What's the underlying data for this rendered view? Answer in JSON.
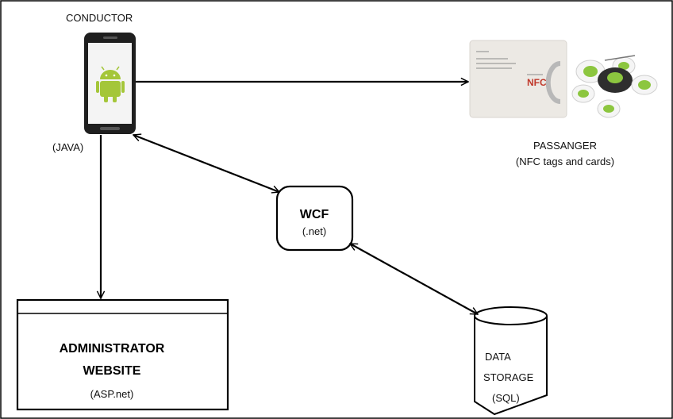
{
  "conductor": {
    "label": "CONDUCTOR",
    "sublabel": "(JAVA)",
    "device_icon": "android-phone-icon"
  },
  "passenger": {
    "label": "PASSANGER",
    "sublabel": "(NFC tags and cards)",
    "image_icon": "nfc-card-and-tags-icon",
    "card_mark": "NFC"
  },
  "wcf": {
    "label": "WCF",
    "sublabel": "(.net)"
  },
  "admin": {
    "label_line1": "ADMINISTRATOR",
    "label_line2": "WEBSITE",
    "sublabel": "(ASP.net)"
  },
  "storage": {
    "label_line1": "DATA",
    "label_line2": "STORAGE",
    "sublabel": "(SQL)"
  },
  "colors": {
    "android_green": "#a4c639",
    "tag_green": "#8cc63f",
    "nfc_red": "#c0392b",
    "line": "#000000"
  }
}
